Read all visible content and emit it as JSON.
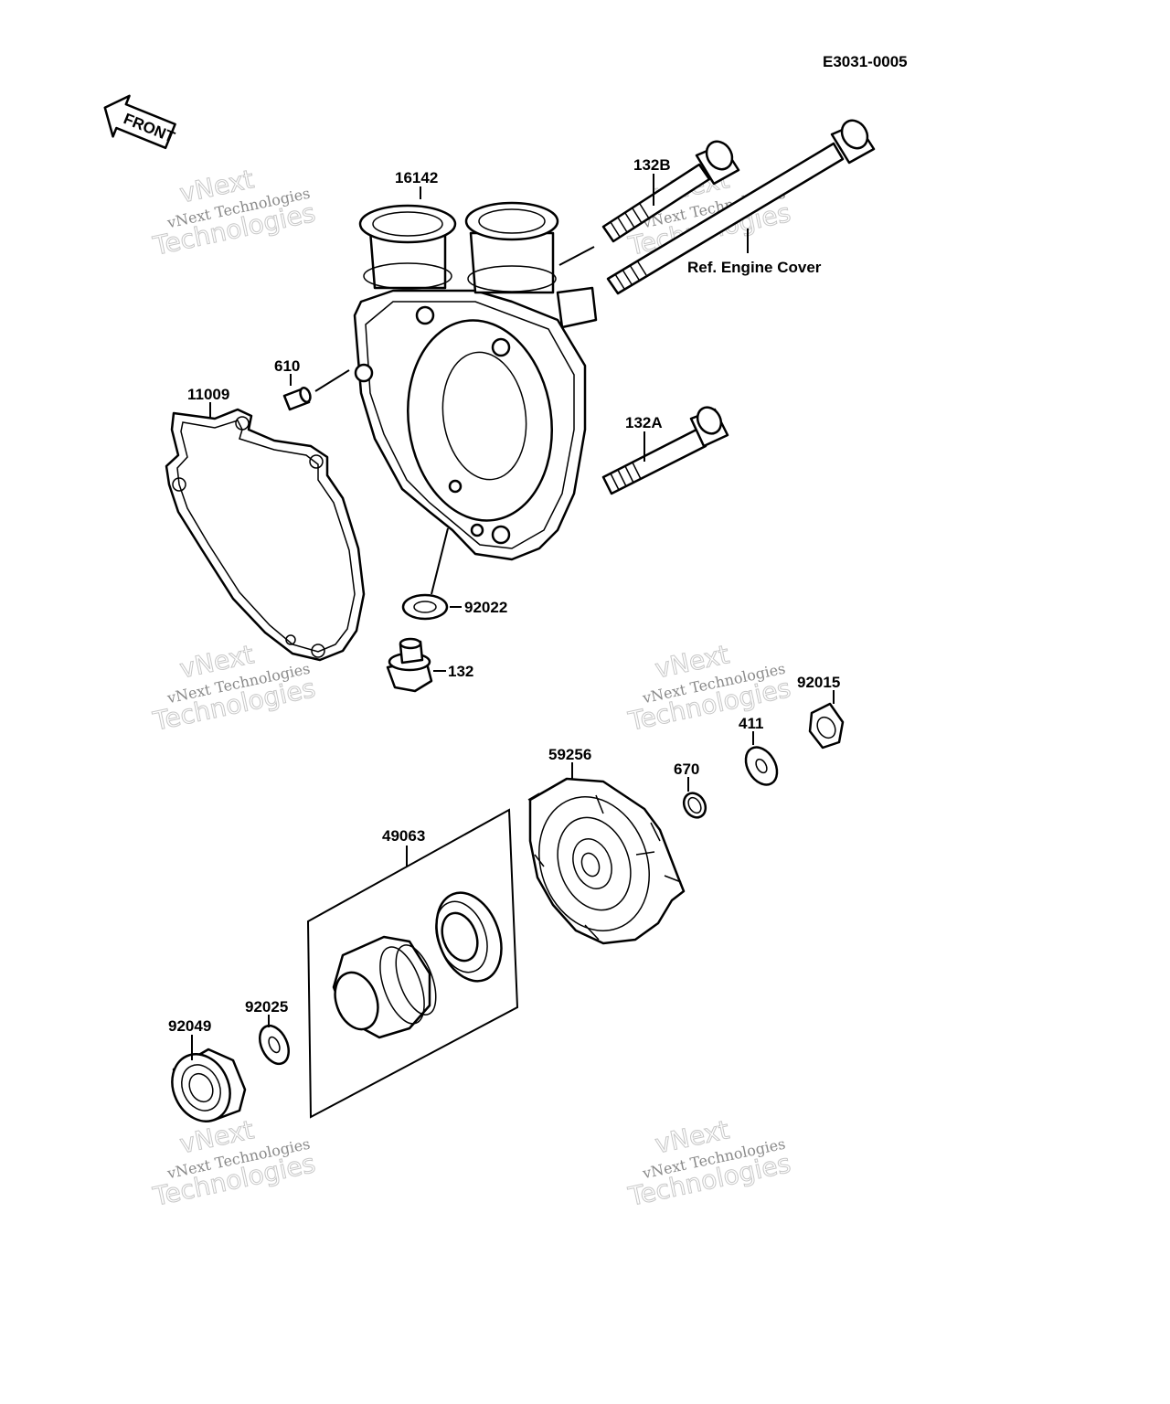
{
  "diagram_code": "E3031-0005",
  "front_label": "FRONT",
  "ref_note": "Ref. Engine Cover",
  "watermark": {
    "line1": "vNext Technologies",
    "line2": "Technologies",
    "line3": "vNext"
  },
  "callouts": {
    "p16142": "16142",
    "p132B": "132B",
    "p610": "610",
    "p11009": "11009",
    "p132A": "132A",
    "p92022": "92022",
    "p132": "132",
    "p92015": "92015",
    "p411": "411",
    "p59256": "59256",
    "p670": "670",
    "p49063": "49063",
    "p92025": "92025",
    "p92049": "92049"
  }
}
